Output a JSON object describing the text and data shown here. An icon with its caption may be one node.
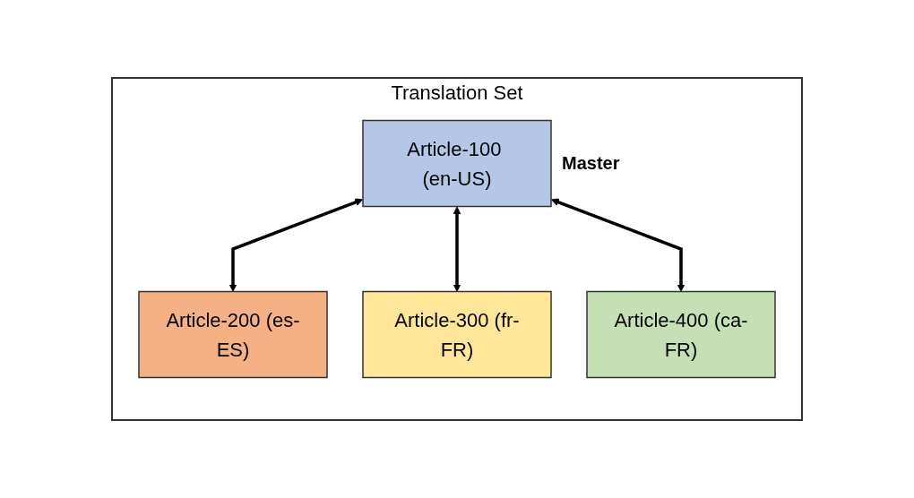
{
  "diagram": {
    "nodes": [
      {
        "text": [
          "Translation Set"
        ]
      },
      {
        "text": [
          "Article-100 (en-US)"
        ],
        "in": 0,
        "beside": [
          "Master"
        ]
      },
      {
        "text": [
          "Article-200 (es-ES)"
        ],
        "in": 0
      },
      {
        "text": [
          "Article-300 (fr-FR)"
        ],
        "in": 0
      },
      {
        "text": [
          "Article-400 (ca-FR)"
        ],
        "in": 0
      }
    ],
    "edges": [
      {
        "from": 1,
        "to": 2,
        "arrow": "both"
      },
      {
        "from": 1,
        "to": 3,
        "arrow": "both"
      },
      {
        "from": 1,
        "to": 4,
        "arrow": "both"
      }
    ]
  }
}
